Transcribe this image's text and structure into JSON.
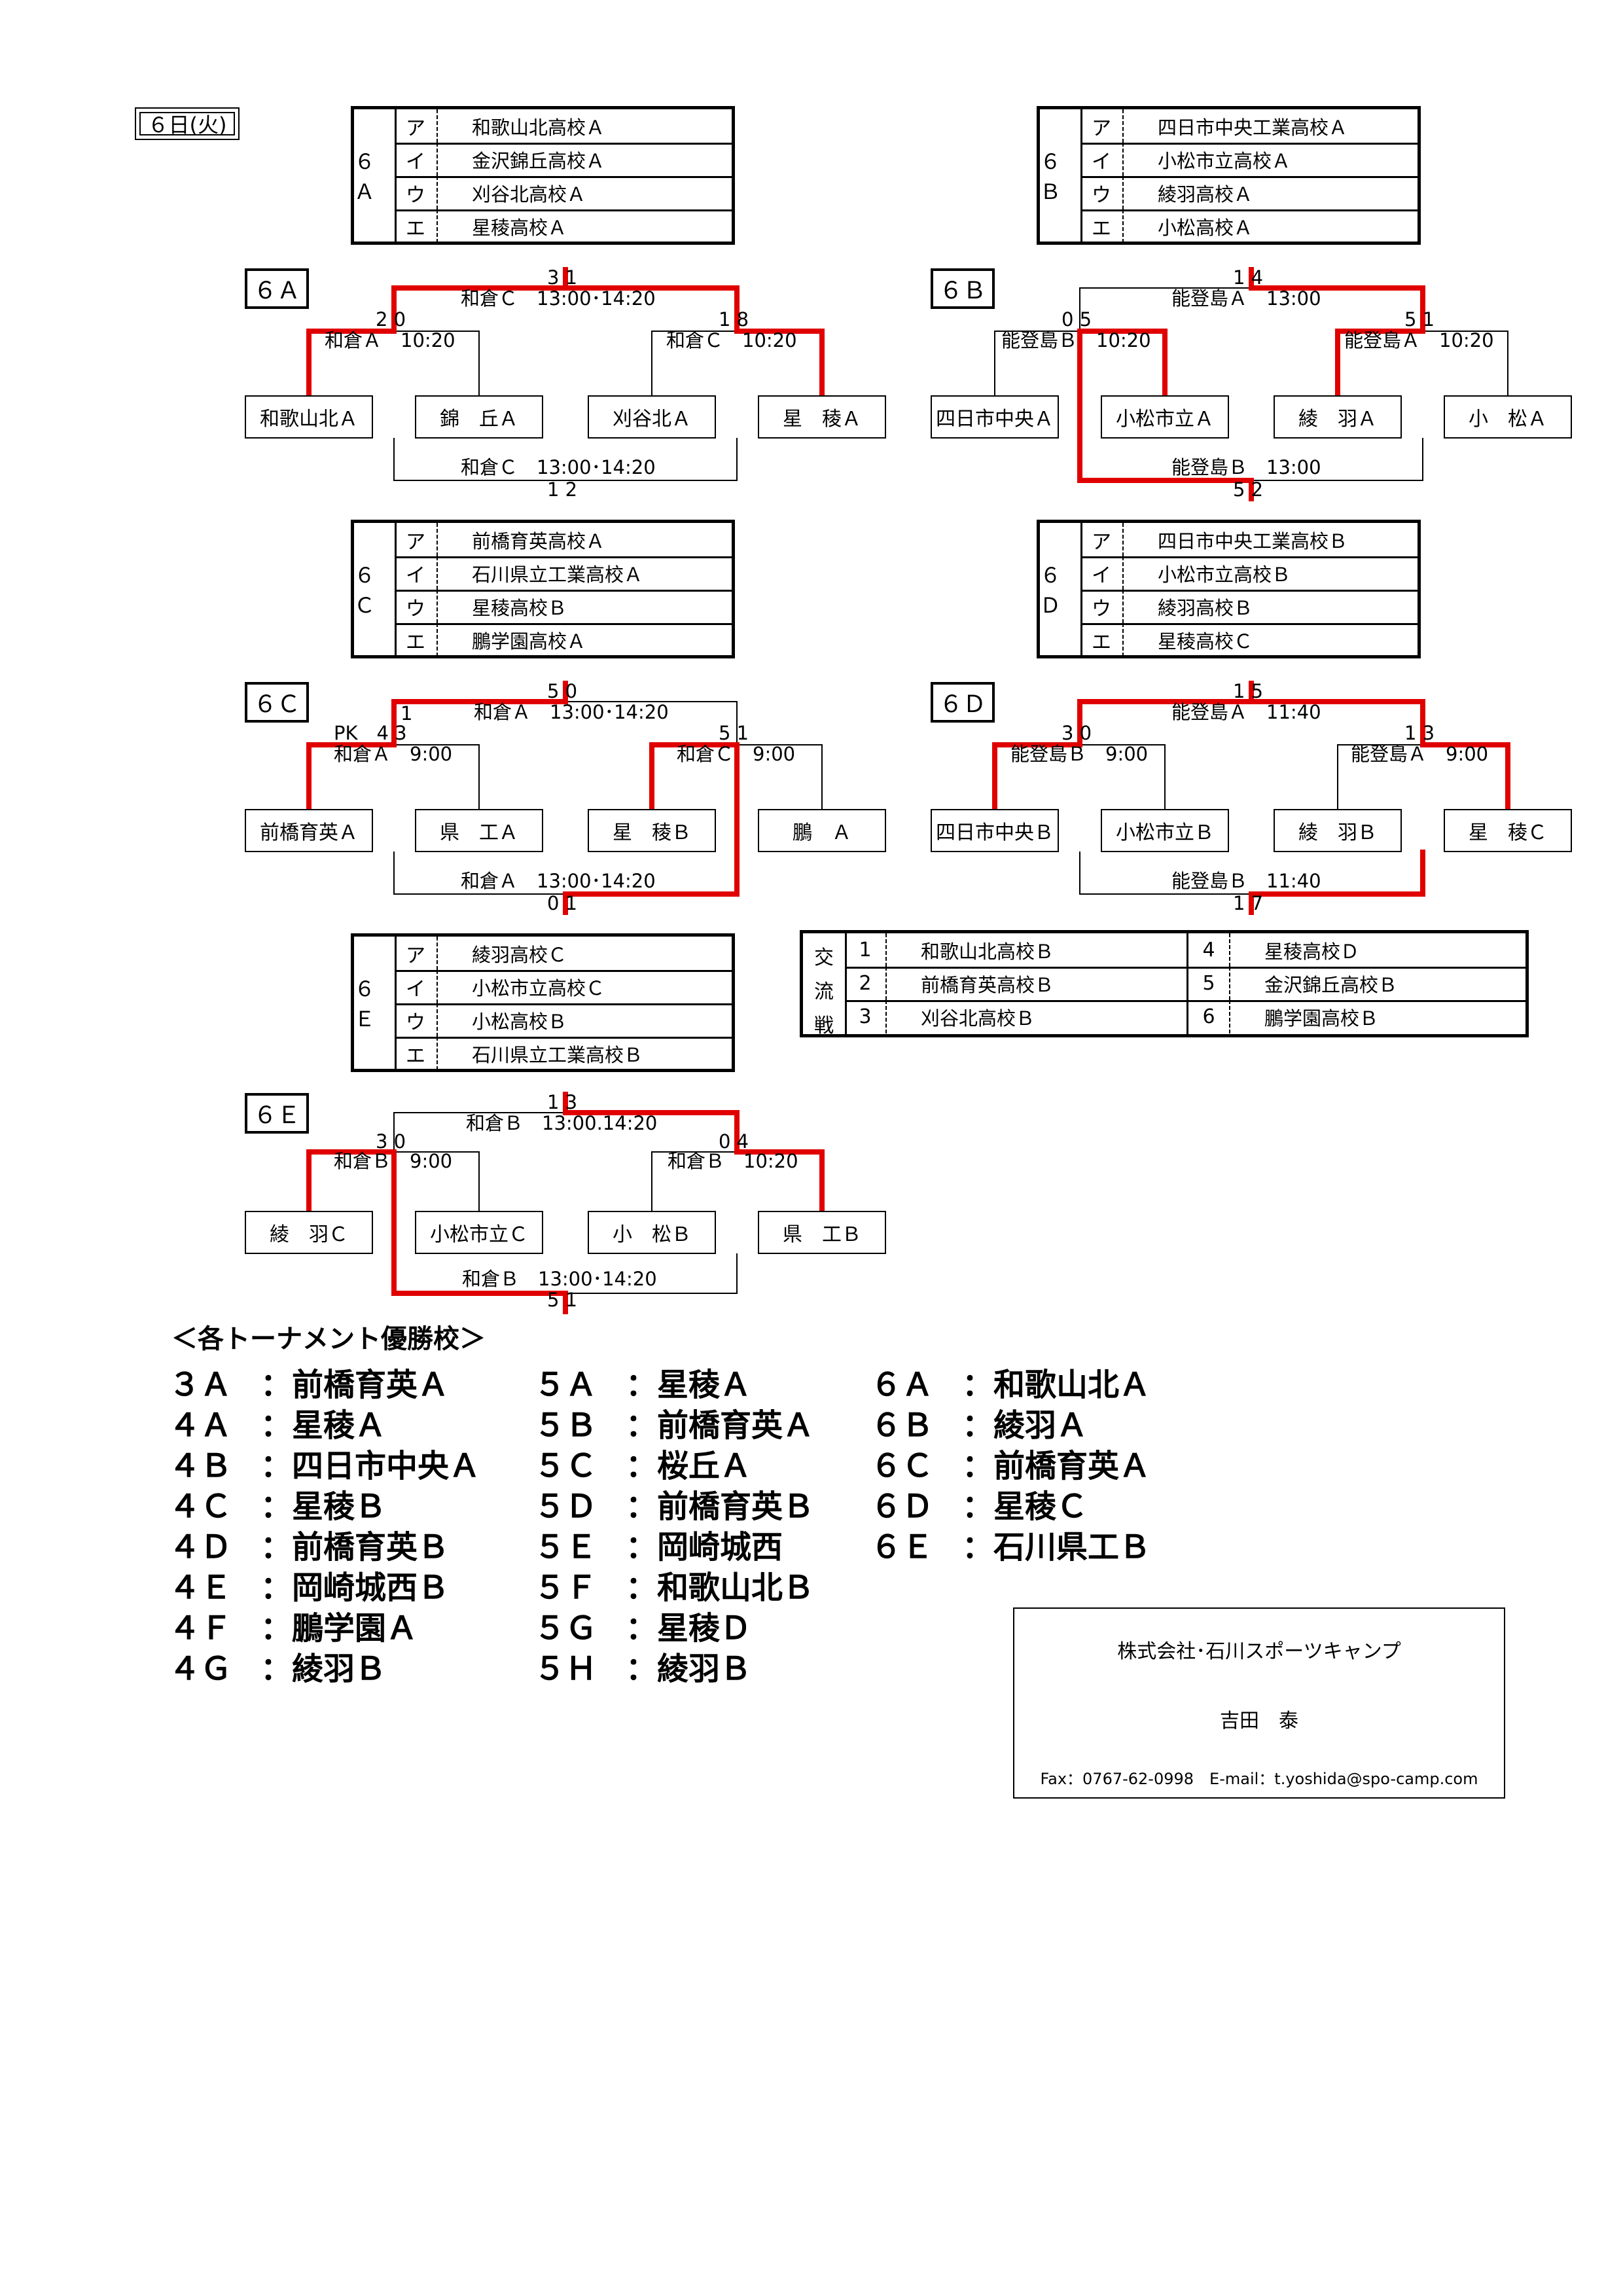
{
  "date_label": "６日(火)",
  "team_tables": {
    "6A": {
      "code": "６Ａ",
      "rows": [
        {
          "k": "ア",
          "n": "和歌山北高校Ａ"
        },
        {
          "k": "イ",
          "n": "金沢錦丘高校Ａ"
        },
        {
          "k": "ウ",
          "n": "刈谷北高校Ａ"
        },
        {
          "k": "エ",
          "n": "星稜高校Ａ"
        }
      ]
    },
    "6B": {
      "code": "６Ｂ",
      "rows": [
        {
          "k": "ア",
          "n": "四日市中央工業高校Ａ"
        },
        {
          "k": "イ",
          "n": "小松市立高校Ａ"
        },
        {
          "k": "ウ",
          "n": "綾羽高校Ａ"
        },
        {
          "k": "エ",
          "n": "小松高校Ａ"
        }
      ]
    },
    "6C": {
      "code": "６Ｃ",
      "rows": [
        {
          "k": "ア",
          "n": "前橋育英高校Ａ"
        },
        {
          "k": "イ",
          "n": "石川県立工業高校Ａ"
        },
        {
          "k": "ウ",
          "n": "星稜高校Ｂ"
        },
        {
          "k": "エ",
          "n": "鵬学園高校Ａ"
        }
      ]
    },
    "6D": {
      "code": "６Ｄ",
      "rows": [
        {
          "k": "ア",
          "n": "四日市中央工業高校Ｂ"
        },
        {
          "k": "イ",
          "n": "小松市立高校Ｂ"
        },
        {
          "k": "ウ",
          "n": "綾羽高校Ｂ"
        },
        {
          "k": "エ",
          "n": "星稜高校Ｃ"
        }
      ]
    },
    "6E": {
      "code": "６Ｅ",
      "rows": [
        {
          "k": "ア",
          "n": "綾羽高校Ｃ"
        },
        {
          "k": "イ",
          "n": "小松市立高校Ｃ"
        },
        {
          "k": "ウ",
          "n": "小松高校Ｂ"
        },
        {
          "k": "エ",
          "n": "石川県立工業高校Ｂ"
        }
      ]
    }
  },
  "brackets": {
    "6A": {
      "label": "６Ａ",
      "teams": [
        "和歌山北Ａ",
        "錦　丘Ａ",
        "刈谷北Ａ",
        "星　稜Ａ"
      ],
      "m1_score": "2 0",
      "m1_venue": "和倉Ａ　10:20",
      "m2_score": "1 8",
      "m2_venue": "和倉Ｃ　10:20",
      "top_score": "3 1",
      "top_venue": "和倉Ｃ　13:00･14:20",
      "bot_venue": "和倉Ｃ　13:00･14:20",
      "bot_score": "1 2"
    },
    "6B": {
      "label": "６Ｂ",
      "teams": [
        "四日市中央Ａ",
        "小松市立Ａ",
        "綾　羽Ａ",
        "小　松Ａ"
      ],
      "m1_score": "0 5",
      "m1_venue": "能登島Ｂ　10:20",
      "m2_score": "5 1",
      "m2_venue": "能登島Ａ　10:20",
      "top_score": "1 4",
      "top_venue": "能登島Ａ　13:00",
      "bot_venue": "能登島Ｂ　13:00",
      "bot_score": "5 2"
    },
    "6C": {
      "label": "６Ｃ",
      "teams": [
        "前橋育英Ａ",
        "県　工Ａ",
        "星　稜Ｂ",
        "鵬　Ａ"
      ],
      "pk": "PK　4 3",
      "m1_score": "1",
      "m1_venue": "和倉Ａ　9:00",
      "m2_score": "5 1",
      "m2_venue": "和倉Ｃ　9:00",
      "top_score": "5 0",
      "top_venue": "和倉Ａ　13:00･14:20",
      "bot_venue": "和倉Ａ　13:00･14:20",
      "bot_score": "0 1"
    },
    "6D": {
      "label": "６Ｄ",
      "teams": [
        "四日市中央Ｂ",
        "小松市立Ｂ",
        "綾　羽Ｂ",
        "星　稜Ｃ"
      ],
      "m1_score": "3 0",
      "m1_venue": "能登島Ｂ　9:00",
      "m2_score": "1 3",
      "m2_venue": "能登島Ａ　9:00",
      "top_score": "1 5",
      "top_venue": "能登島Ａ　11:40",
      "bot_venue": "能登島Ｂ　11:40",
      "bot_score": "1 7"
    },
    "6E": {
      "label": "６Ｅ",
      "teams": [
        "綾　羽Ｃ",
        "小松市立Ｃ",
        "小　松Ｂ",
        "県　工Ｂ"
      ],
      "m1_score": "3 0",
      "m1_venue": "和倉Ｂ　9:00",
      "m2_score": "0 4",
      "m2_venue": "和倉Ｂ　10:20",
      "top_score": "1 3",
      "top_venue": "和倉Ｂ　13:00.14:20",
      "bot_venue": "和倉Ｂ　13:00･14:20",
      "bot_score": "5 1"
    }
  },
  "exchange": {
    "side": [
      "交",
      "流",
      "戦"
    ],
    "left": [
      {
        "num": "1",
        "name": "和歌山北高校Ｂ"
      },
      {
        "num": "2",
        "name": "前橋育英高校Ｂ"
      },
      {
        "num": "3",
        "name": "刈谷北高校Ｂ"
      }
    ],
    "right": [
      {
        "num": "4",
        "name": "星稜高校Ｄ"
      },
      {
        "num": "5",
        "name": "金沢錦丘高校Ｂ"
      },
      {
        "num": "6",
        "name": "鵬学園高校Ｂ"
      }
    ]
  },
  "champions_title": "＜各トーナメント優勝校＞",
  "champions": {
    "col1": [
      {
        "c": "３Ａ",
        "n": "：前橋育英Ａ"
      },
      {
        "c": "４Ａ",
        "n": "：星稜Ａ"
      },
      {
        "c": "４Ｂ",
        "n": "：四日市中央Ａ"
      },
      {
        "c": "４Ｃ",
        "n": "：星稜Ｂ"
      },
      {
        "c": "４Ｄ",
        "n": "：前橋育英Ｂ"
      },
      {
        "c": "４Ｅ",
        "n": "：岡崎城西Ｂ"
      },
      {
        "c": "４Ｆ",
        "n": "：鵬学園Ａ"
      },
      {
        "c": "４Ｇ",
        "n": "：綾羽Ｂ"
      }
    ],
    "col2": [
      {
        "c": "５Ａ",
        "n": "：星稜Ａ"
      },
      {
        "c": "５Ｂ",
        "n": "：前橋育英Ａ"
      },
      {
        "c": "５Ｃ",
        "n": "：桜丘Ａ"
      },
      {
        "c": "５Ｄ",
        "n": "：前橋育英Ｂ"
      },
      {
        "c": "５Ｅ",
        "n": "：岡崎城西"
      },
      {
        "c": "５Ｆ",
        "n": "：和歌山北Ｂ"
      },
      {
        "c": "５Ｇ",
        "n": "：星稜Ｄ"
      },
      {
        "c": "５Ｈ",
        "n": "：綾羽Ｂ"
      }
    ],
    "col3": [
      {
        "c": "６Ａ",
        "n": "：和歌山北Ａ"
      },
      {
        "c": "６Ｂ",
        "n": "：綾羽Ａ"
      },
      {
        "c": "６Ｃ",
        "n": "：前橋育英Ａ"
      },
      {
        "c": "６Ｄ",
        "n": "：星稜Ｃ"
      },
      {
        "c": "６Ｅ",
        "n": "：石川県工Ｂ"
      }
    ]
  },
  "contact": {
    "company": "株式会社･石川スポーツキャンプ",
    "person": "吉田　泰",
    "line": "Fax：0767-62-0998　E-mail：t.yoshida@spo-camp.com"
  },
  "colors": {
    "winner_line": "#e00000",
    "line": "#000000"
  }
}
